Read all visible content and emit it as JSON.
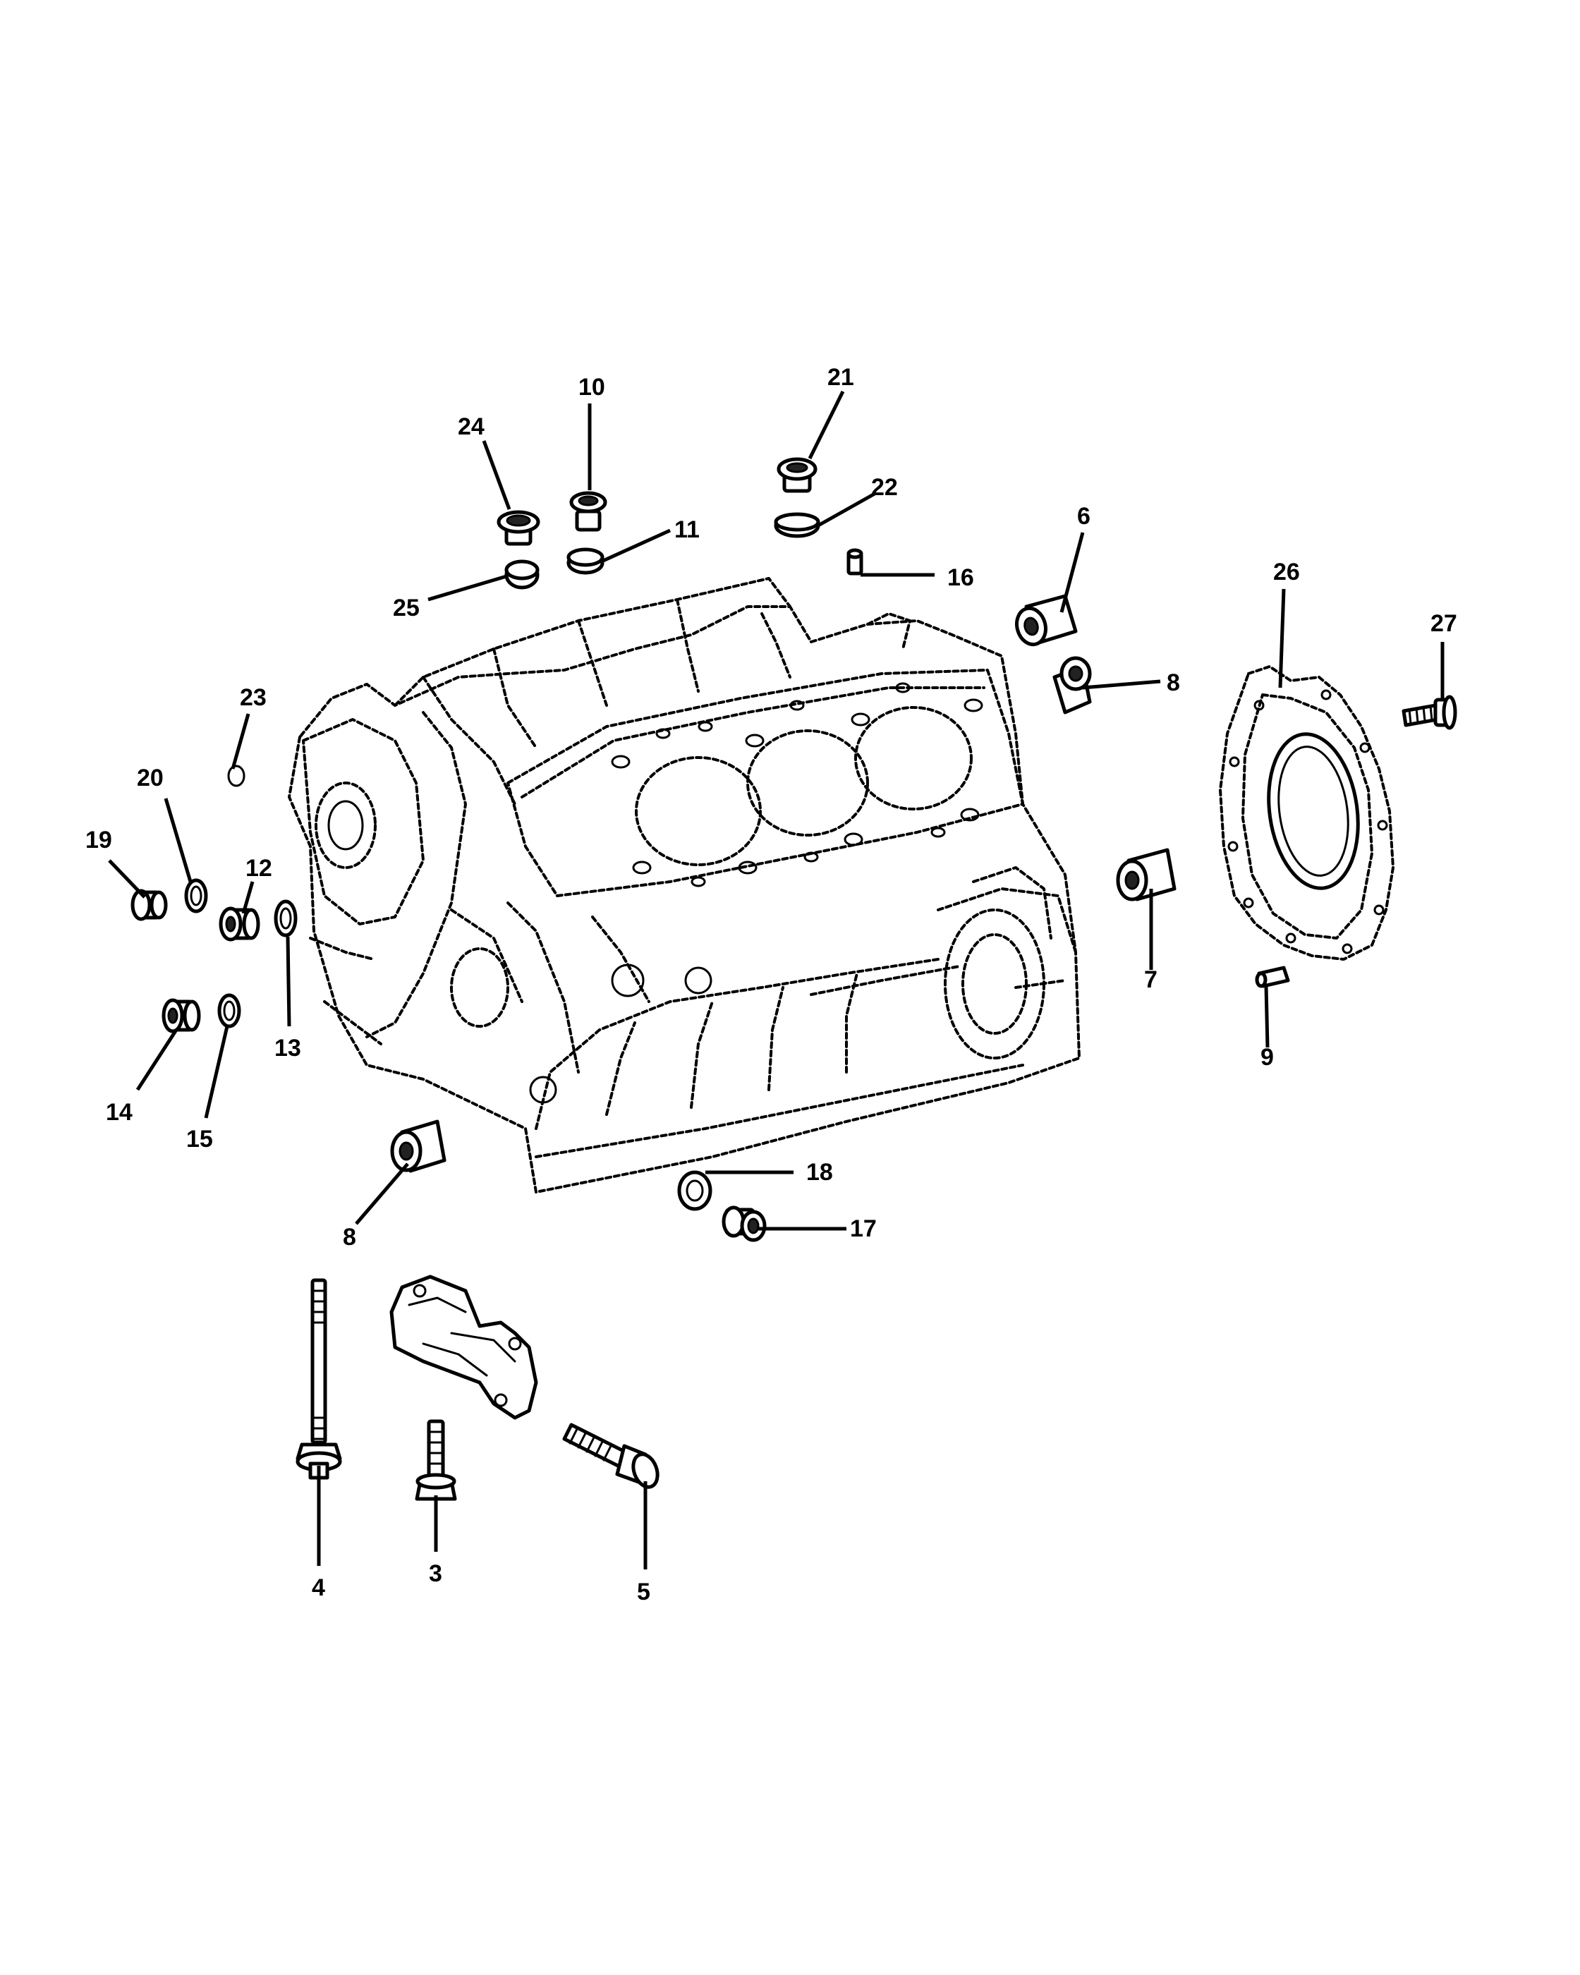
{
  "callouts": {
    "c3": "3",
    "c4": "4",
    "c5": "5",
    "c6": "6",
    "c7": "7",
    "c8a": "8",
    "c8b": "8",
    "c9": "9",
    "c10": "10",
    "c11": "11",
    "c12": "12",
    "c13": "13",
    "c14": "14",
    "c15": "15",
    "c16": "16",
    "c17": "17",
    "c18": "18",
    "c19": "19",
    "c20": "20",
    "c21": "21",
    "c22": "22",
    "c23": "23",
    "c24": "24",
    "c25": "25",
    "c26": "26",
    "c27": "27"
  }
}
